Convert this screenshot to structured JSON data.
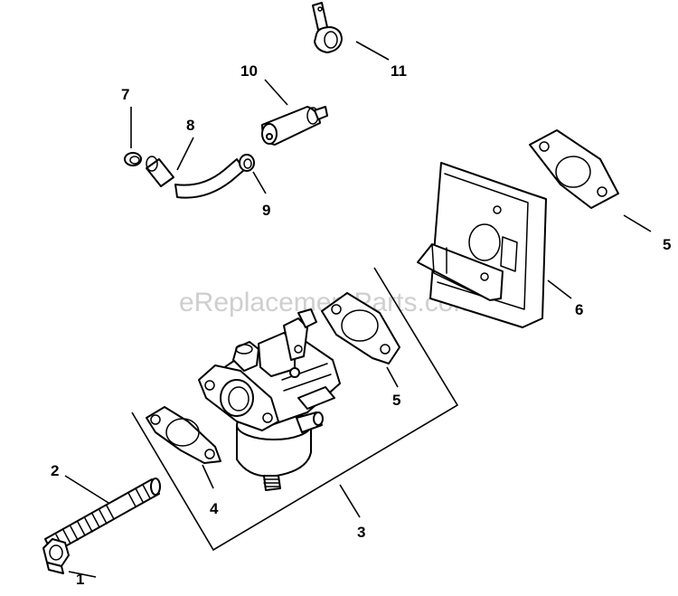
{
  "watermark": "eReplacementParts.com",
  "callouts": {
    "c1": "1",
    "c2": "2",
    "c3": "3",
    "c4": "4",
    "c5a": "5",
    "c5b": "5",
    "c6": "6",
    "c7": "7",
    "c8": "8",
    "c9": "9",
    "c10": "10",
    "c11": "11"
  }
}
